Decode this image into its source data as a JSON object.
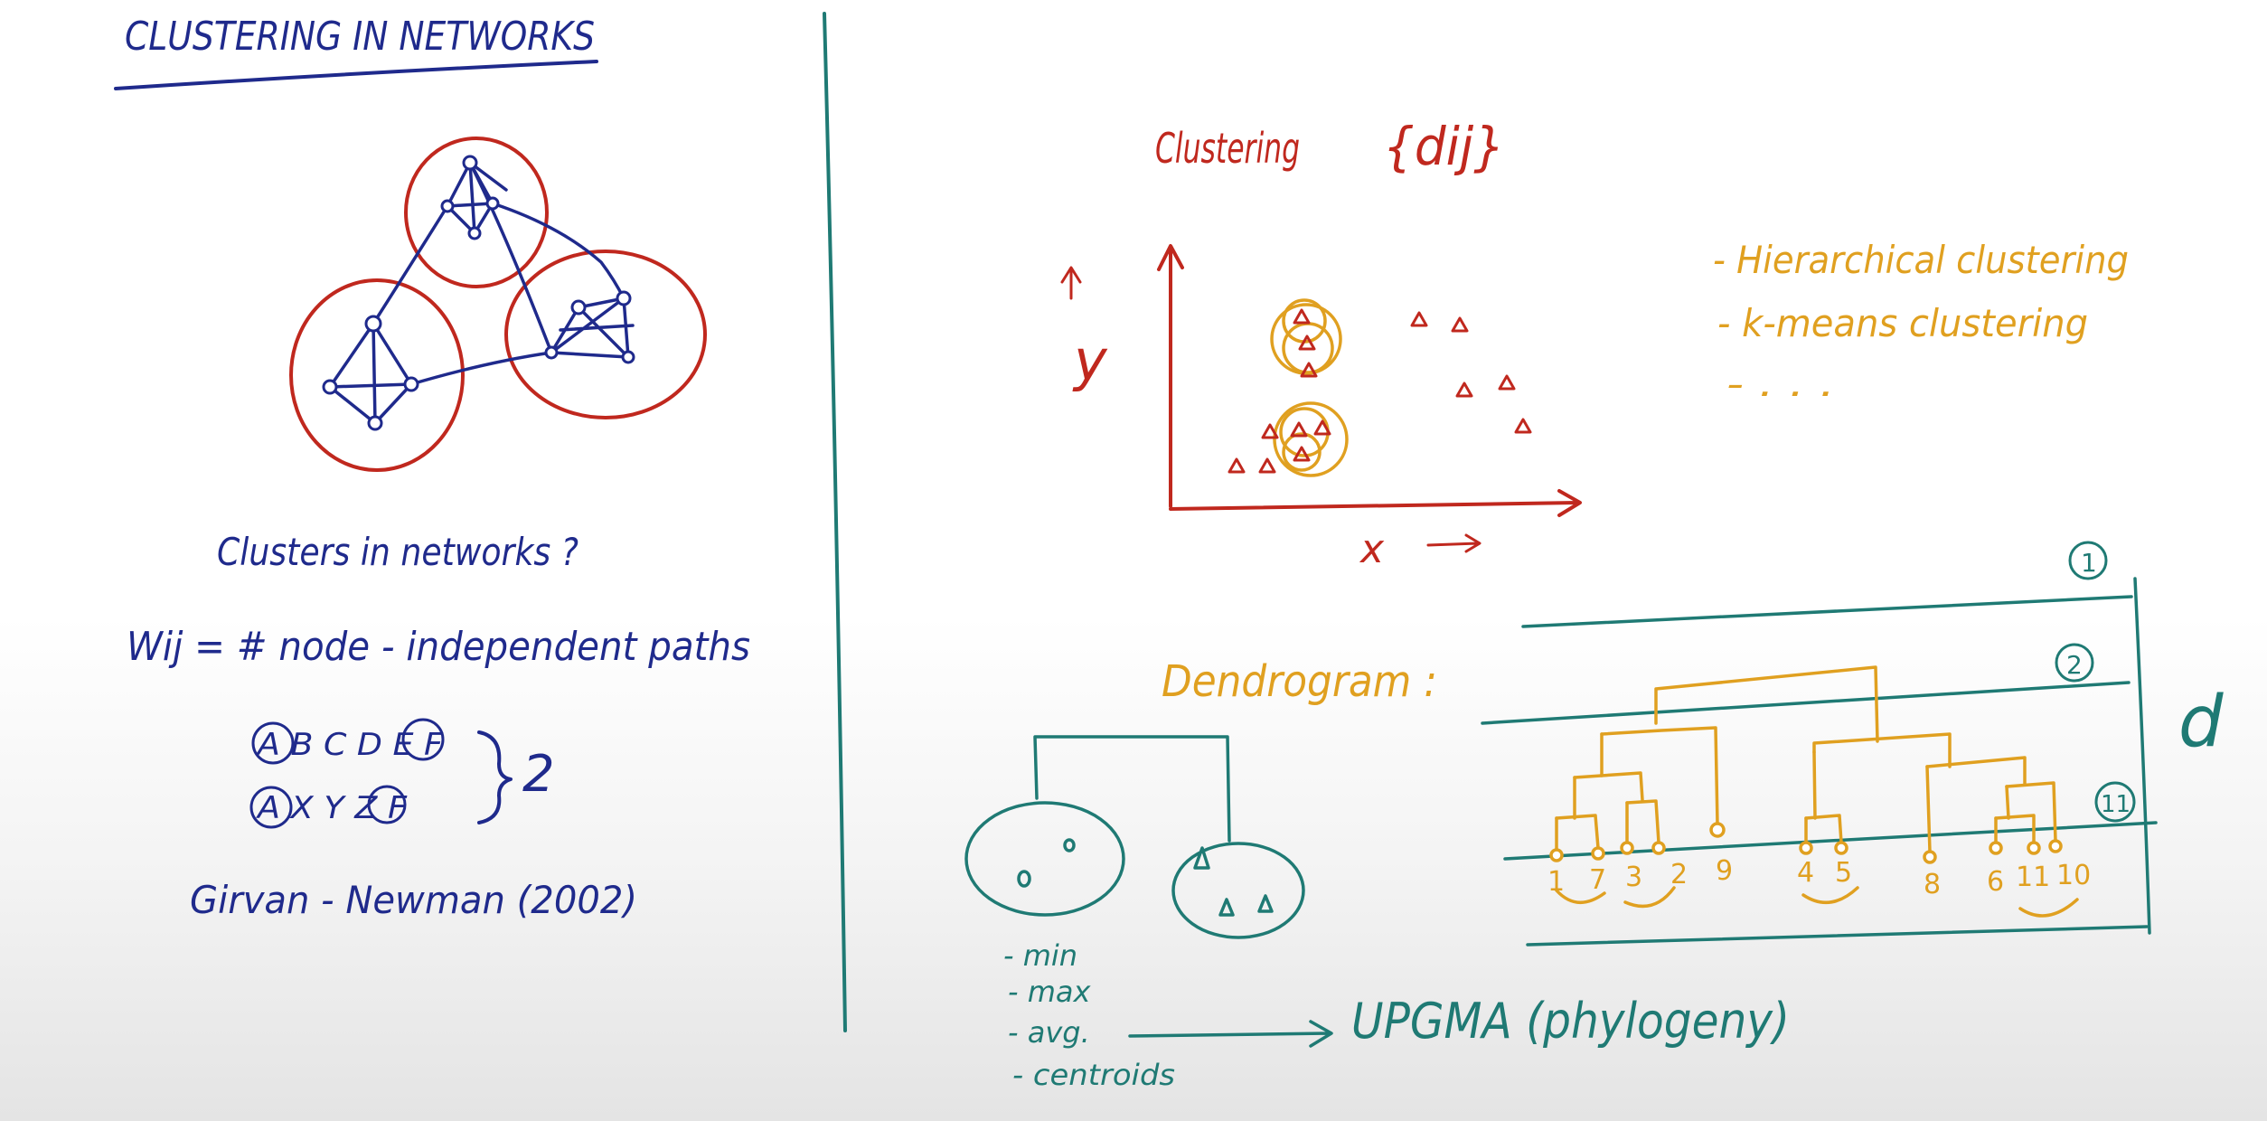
{
  "colors": {
    "navy": "#1f2a8c",
    "red": "#c0281e",
    "orange": "#e0a020",
    "teal": "#1f7a74"
  },
  "left": {
    "title": "CLUSTERING IN NETWORKS",
    "question": "Clusters in networks ?",
    "formula": "Wij = # node - independent paths",
    "path1": "A B C D E F",
    "path2": "A X Y Z F",
    "path_count": "2",
    "citation": "Girvan - Newman (2002)"
  },
  "right": {
    "heading": "Clustering",
    "heading_set": "{dij}",
    "axis_y": "y",
    "axis_x": "x",
    "methods": [
      "- Hierarchical clustering",
      "- k-means clustering",
      "- . . ."
    ],
    "dendrogram_label": "Dendrogram :",
    "linkage": [
      "- min",
      "- max",
      "- avg.",
      "- centroids"
    ],
    "upgma": "UPGMA (phylogeny)",
    "cut_levels": [
      "1",
      "2",
      "11"
    ],
    "leaves": [
      "1",
      "7",
      "3",
      "2",
      "9",
      "4",
      "5",
      "8",
      "6",
      "11",
      "10"
    ],
    "distance_label": "d"
  }
}
